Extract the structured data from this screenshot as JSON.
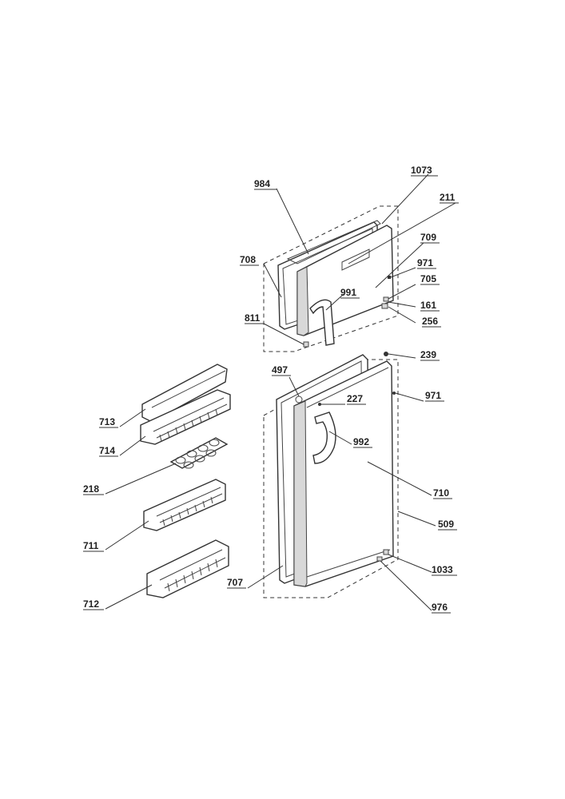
{
  "callouts": [
    {
      "id": "984",
      "label": "984"
    },
    {
      "id": "1073",
      "label": "1073"
    },
    {
      "id": "211",
      "label": "211"
    },
    {
      "id": "709",
      "label": "709"
    },
    {
      "id": "708",
      "label": "708"
    },
    {
      "id": "971a",
      "label": "971"
    },
    {
      "id": "705",
      "label": "705"
    },
    {
      "id": "991",
      "label": "991"
    },
    {
      "id": "161",
      "label": "161"
    },
    {
      "id": "811",
      "label": "811"
    },
    {
      "id": "256",
      "label": "256"
    },
    {
      "id": "239",
      "label": "239"
    },
    {
      "id": "497",
      "label": "497"
    },
    {
      "id": "971b",
      "label": "971"
    },
    {
      "id": "227",
      "label": "227"
    },
    {
      "id": "713",
      "label": "713"
    },
    {
      "id": "992",
      "label": "992"
    },
    {
      "id": "714",
      "label": "714"
    },
    {
      "id": "218",
      "label": "218"
    },
    {
      "id": "710",
      "label": "710"
    },
    {
      "id": "509",
      "label": "509"
    },
    {
      "id": "711",
      "label": "711"
    },
    {
      "id": "1033",
      "label": "1033"
    },
    {
      "id": "707",
      "label": "707"
    },
    {
      "id": "712",
      "label": "712"
    },
    {
      "id": "976",
      "label": "976"
    }
  ]
}
